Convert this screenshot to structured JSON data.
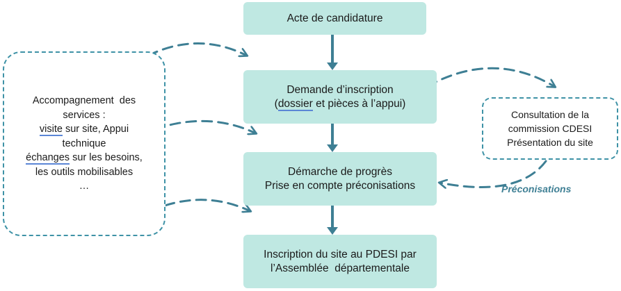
{
  "steps": [
    {
      "line1": "Acte de candidature"
    },
    {
      "line1": "Demande d’inscription",
      "line2_open": "(",
      "line2_underlined": "dossier",
      "line2_rest": " et pièces à l’appui)"
    },
    {
      "line1": "Démarche de progrès",
      "line2": "Prise en compte préconisations"
    },
    {
      "line1": "Inscription du site au PDESI par",
      "line2": "l’Assemblée  départementale"
    }
  ],
  "left_box": {
    "line1": "Accompagnement  des",
    "line2": "services :",
    "line3_underlined": "visite",
    "line3_rest": " sur site, Appui",
    "line4": "technique",
    "line5_underlined": "échanges",
    "line5_rest": " sur les besoins,",
    "line6": "les outils mobilisables",
    "line7": "…"
  },
  "right_box": {
    "line1": "Consultation de la",
    "line2": "commission CDESI",
    "line3": "Présentation du site"
  },
  "return_label": "Préconisations",
  "colors": {
    "step_fill": "#bfe8e2",
    "arrow": "#3e7f94",
    "dashed_border": "#3e92a6",
    "underline": "#5b86d6"
  }
}
